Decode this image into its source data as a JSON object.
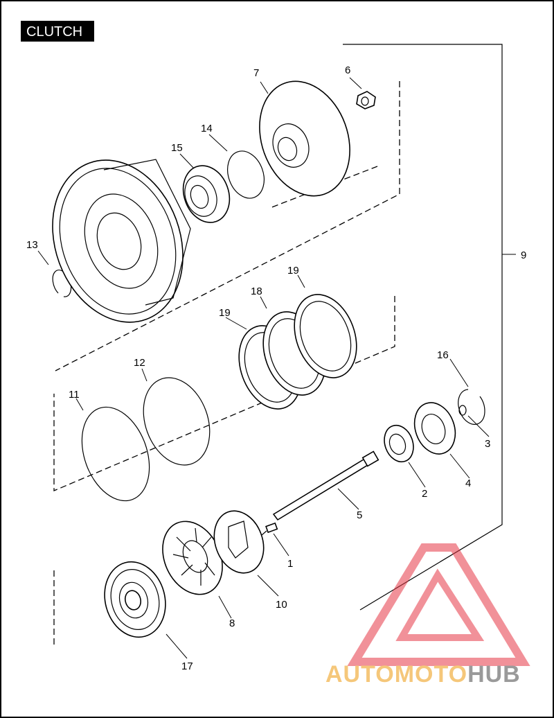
{
  "title": "CLUTCH",
  "callouts": [
    "1",
    "2",
    "3",
    "4",
    "5",
    "6",
    "7",
    "8",
    "9",
    "10",
    "11",
    "12",
    "13",
    "14",
    "15",
    "16",
    "17",
    "18",
    "19",
    "19"
  ],
  "watermark": {
    "part1": "AUTOMOTO",
    "part2": "HUB",
    "color1": "#f5c77a",
    "color2": "#9a9a9a",
    "logo_color": "#e63946"
  },
  "icons": [
    "clutch-exploded-view-drawing",
    "automotohub-logo-icon"
  ]
}
